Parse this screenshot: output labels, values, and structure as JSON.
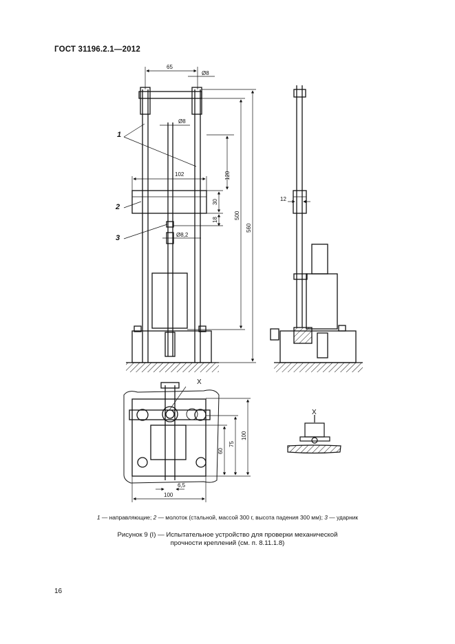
{
  "header": {
    "standard": "ГОСТ 31196.2.1—2012"
  },
  "drawing": {
    "dimensions": {
      "top_width": "65",
      "rod_dia": "Ø8",
      "inner_dia": "Ø8",
      "hammer_width": "102",
      "h120": "120",
      "h30": "30",
      "h18": "18",
      "h500": "500",
      "h560": "560",
      "striker_dia": "Ø8,2",
      "side_12": "12",
      "plan_100_h": "100",
      "plan_75": "75",
      "plan_60": "60",
      "plan_6_5": "6,5",
      "plan_100_w": "100"
    },
    "labels": {
      "guides": "1",
      "hammer": "2",
      "striker": "3",
      "detail_x_plan": "X",
      "detail_x": "X"
    }
  },
  "legend": {
    "n1": "1",
    "t1": " — направляющие; ",
    "n2": "2",
    "t2": " — молоток (стальной, массой 300 г, высота падения 300 мм); ",
    "n3": "3",
    "t3": " — ударник"
  },
  "caption": {
    "line1": "Рисунок  9 (I) — Испытательное устройство для проверки механической",
    "line2": "прочности креплений (см. п. 8.11.1.8)"
  },
  "page_number": "16"
}
